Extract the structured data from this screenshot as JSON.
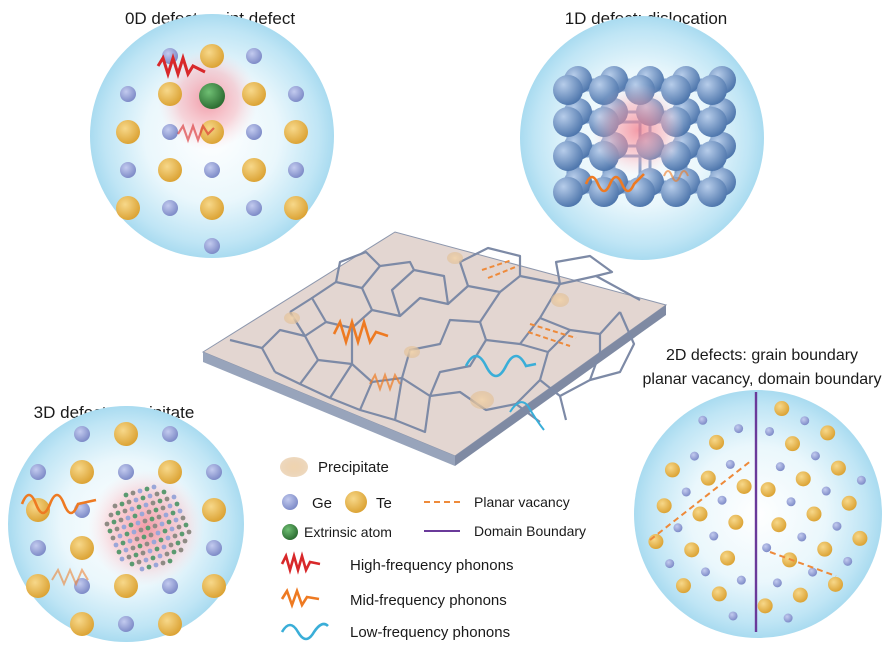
{
  "panels": {
    "zero_d": {
      "title": "0D defect: point defect"
    },
    "one_d": {
      "title": "1D defect: dislocation"
    },
    "two_d": {
      "title_line1": "2D defects: grain boundary",
      "title_line2": "planar vacancy, domain boundary"
    },
    "three_d": {
      "title": "3D defect: precipitate"
    }
  },
  "legend": {
    "precipitate": "Precipitate",
    "ge": "Ge",
    "te": "Te",
    "planar_vacancy": "Planar vacancy",
    "extrinsic_atom": "Extrinsic atom",
    "domain_boundary": "Domain Boundary",
    "high_freq": "High-frequency phonons",
    "mid_freq": "Mid-frequency phonons",
    "low_freq": "Low-frequency phonons"
  },
  "colors": {
    "ge_atom": "#8f9bd6",
    "te_atom": "#e8b648",
    "extrinsic_atom": "#3e8a45",
    "high_freq_phonon": "#d8282a",
    "mid_freq_phonon": "#ee7a22",
    "low_freq_phonon": "#3aaed8",
    "planar_vacancy": "#ee8a3a",
    "domain_boundary": "#6a3a9a",
    "grain_sheet": "#c9b8b1",
    "grain_boundary": "#7d8aa6",
    "circle_fill": "#c4e8f6",
    "dislocation_atom": "#6c92c6"
  }
}
